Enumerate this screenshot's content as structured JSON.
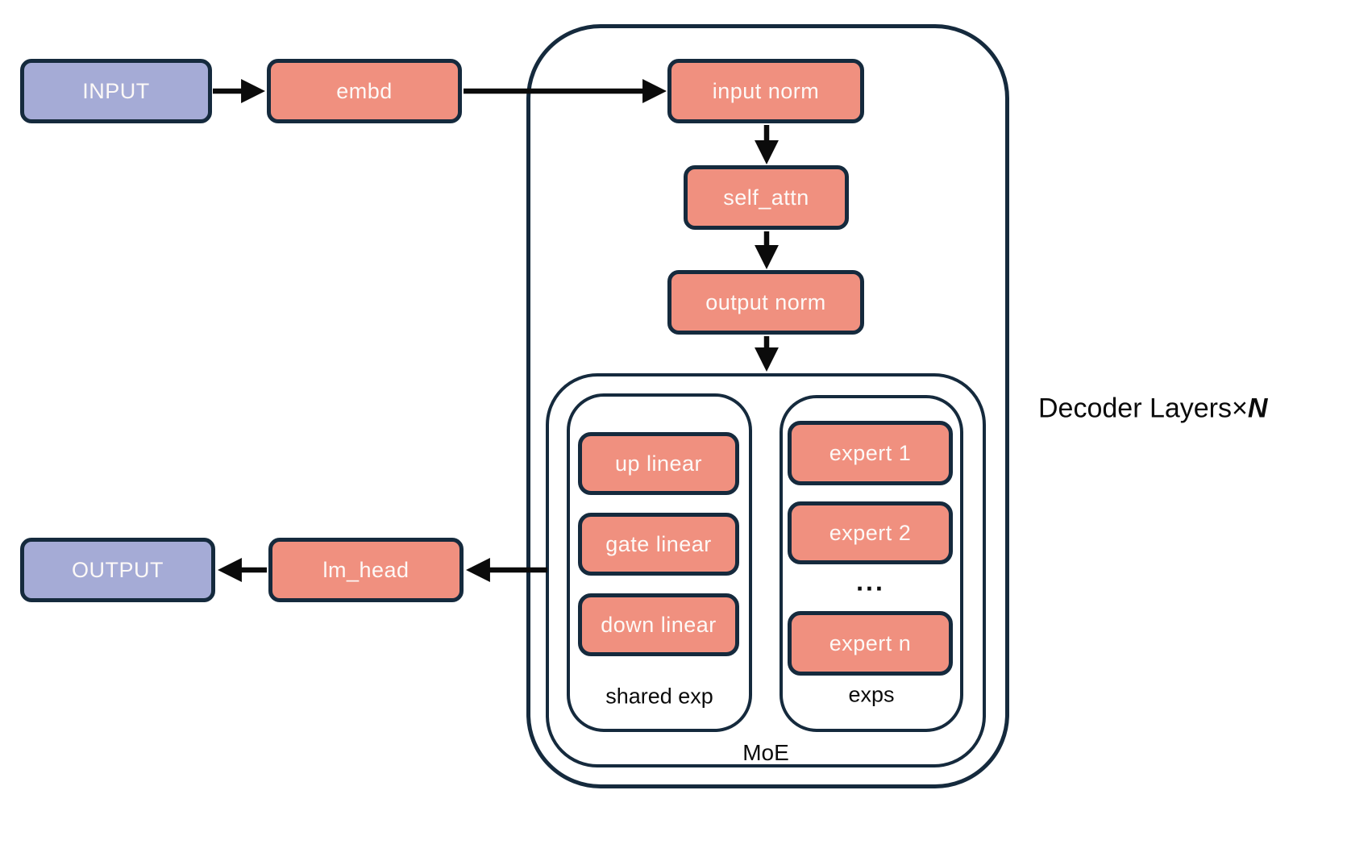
{
  "nodes": {
    "input": "INPUT",
    "embd": "embd",
    "input_norm": "input norm",
    "self_attn": "self_attn",
    "output_norm": "output norm",
    "up_linear": "up linear",
    "gate_linear": "gate linear",
    "down_linear": "down linear",
    "expert_1": "expert 1",
    "expert_2": "expert 2",
    "expert_n": "expert n",
    "lm_head": "lm_head",
    "output": "OUTPUT"
  },
  "labels": {
    "shared_exp": "shared exp",
    "exps": "exps",
    "moe": "MoE",
    "ellipsis": "...",
    "decoder_layers_prefix": "Decoder Layers",
    "multiply_sign": "×",
    "layer_count_variable": "N"
  },
  "colors": {
    "block_fill_salmon": "#f0907f",
    "io_fill_purple": "#a5abd6",
    "outline_navy": "#152a3d",
    "arrow_black": "#0b0b0b",
    "background": "#ffffff",
    "box_text": "#fdf9f7",
    "label_text": "#0b0b0b"
  }
}
